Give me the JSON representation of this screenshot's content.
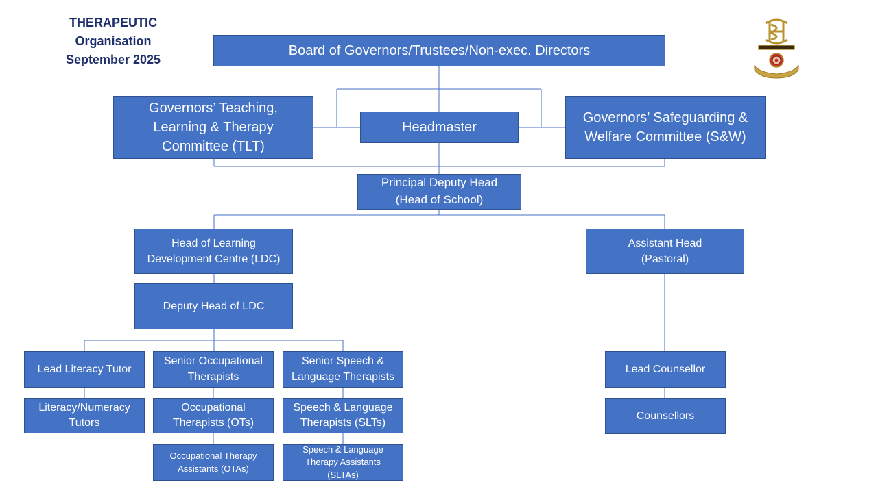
{
  "title": {
    "line1": "THERAPEUTIC",
    "line2": "Organisation",
    "line3": "September 2025"
  },
  "logo": {
    "name": "school-crest"
  },
  "colors": {
    "box_fill": "#4472c4",
    "box_border": "#2f528f",
    "connector": "#4472c4",
    "title_text": "#1f2f6b",
    "box_text": "#ffffff"
  },
  "nodes": {
    "board": "Board of Governors/Trustees/Non-exec. Directors",
    "tlt": "Governors’ Teaching,\nLearning & Therapy\nCommittee (TLT)",
    "headmaster": "Headmaster",
    "sw": "Governors’ Safeguarding &\nWelfare Committee (S&W)",
    "principal_deputy": "Principal Deputy Head\n(Head of School)",
    "head_ldc": "Head of Learning\nDevelopment Centre (LDC)",
    "deputy_ldc": "Deputy Head of LDC",
    "assistant_head": "Assistant Head\n(Pastoral)",
    "lead_literacy": "Lead Literacy Tutor",
    "literacy_numeracy": "Literacy/Numeracy\nTutors",
    "senior_ot": "Senior Occupational\nTherapists",
    "ot": "Occupational\nTherapists (OTs)",
    "ota": "Occupational Therapy\nAssistants (OTAs)",
    "senior_slt": "Senior Speech &\nLanguage Therapists",
    "slt": "Speech & Language\nTherapists (SLTs)",
    "slta": "Speech & Language\nTherapy Assistants\n(SLTAs)",
    "lead_counsellor": "Lead Counsellor",
    "counsellors": "Counsellors"
  }
}
